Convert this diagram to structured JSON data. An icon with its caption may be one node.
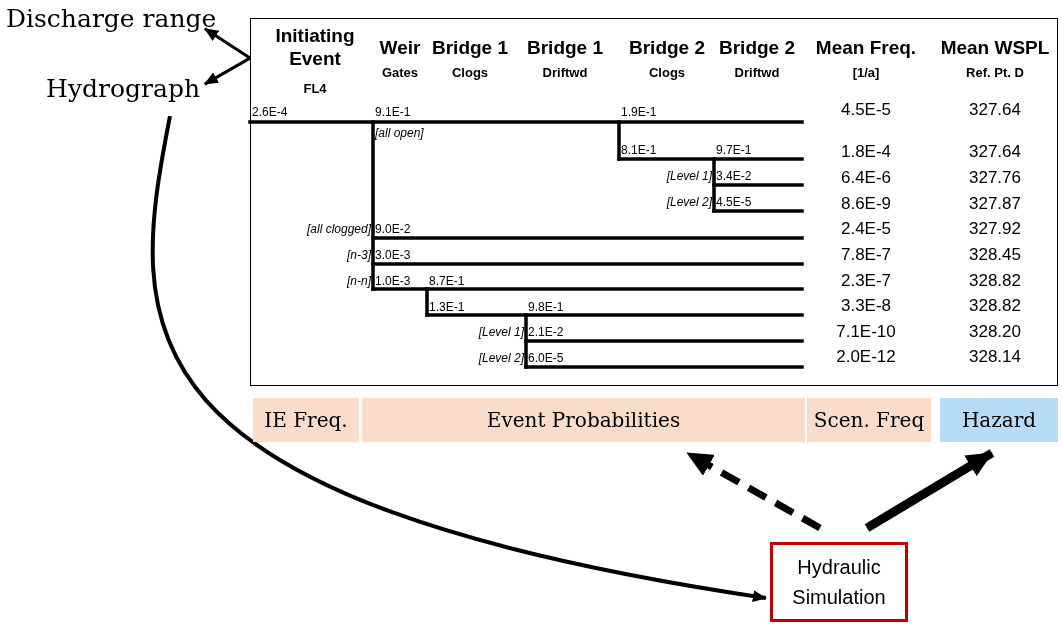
{
  "diagram": {
    "nodes": [
      {
        "text": [
          "Discharge range"
        ]
      },
      {
        "text": [
          "Hydrograph"
        ]
      },
      {
        "text": [],
        "shape": "box"
      },
      {
        "text": [
          "IE Freq."
        ]
      },
      {
        "text": [
          "Event Probabilities"
        ]
      },
      {
        "text": [
          "Scen. Freq"
        ]
      },
      {
        "text": [
          "Hazard"
        ]
      },
      {
        "text": [
          "Hydraulic Simulation"
        ]
      }
    ],
    "edges": [
      {
        "from": 2,
        "to": 0,
        "arrow": "to"
      },
      {
        "from": 2,
        "to": 1,
        "arrow": "to"
      },
      {
        "from": 1,
        "to": 7,
        "arrow": "to"
      },
      {
        "from": 7,
        "to": 4,
        "arrow": "to",
        "style": "dashed"
      },
      {
        "from": 7,
        "to": 6,
        "arrow": "to",
        "style": "thick"
      }
    ],
    "labels": [
      "Initiating Event",
      "FL4",
      "Weir",
      "Gates",
      "Bridge 1",
      "Clogs",
      "Bridge 1",
      "Driftwd",
      "Bridge 2",
      "Clogs",
      "Bridge 2",
      "Driftwd",
      "Mean Freq.",
      "[1/a]",
      "Mean WSPL",
      "Ref. Pt. D",
      "2.6E-4",
      "9.1E-1",
      "1.9E-1",
      "4.5E-5",
      "327.64",
      "[all open]",
      "8.1E-1",
      "9.7E-1",
      "1.8E-4",
      "327.64",
      "[Level 1]",
      "3.4E-2",
      "6.4E-6",
      "327.76",
      "[Level 2]",
      "4.5E-5",
      "8.6E-9",
      "327.87",
      "[all clogged]",
      "9.0E-2",
      "2.4E-5",
      "327.92",
      "[n-3]",
      "3.0E-3",
      "7.8E-7",
      "328.45",
      "[n-n]",
      "1.0E-3",
      "8.7E-1",
      "2.3E-7",
      "328.82",
      "1.3E-1",
      "9.8E-1",
      "3.3E-8",
      "328.82",
      "[Level 1]",
      "2.1E-2",
      "7.1E-10",
      "328.20",
      "[Level 2]",
      "6.0E-5",
      "2.0E-12",
      "328.14"
    ]
  }
}
